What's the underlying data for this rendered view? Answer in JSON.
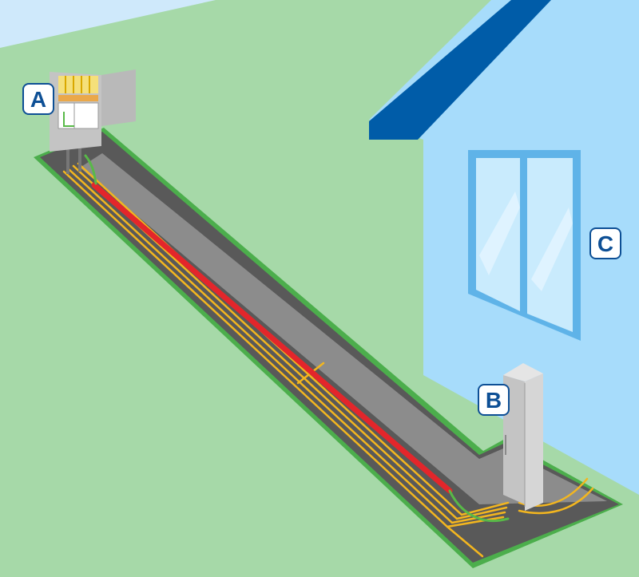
{
  "labels": {
    "a": "A",
    "b": "B",
    "c": "C"
  },
  "colors": {
    "grass": "#a6d9a8",
    "sky": "#cfe9fb",
    "house_wall": "#a7dcfb",
    "house_roof": "#005ca8",
    "house_outline": "#4fa8dd",
    "window_frame": "#5fb3e8",
    "window_glass": "#c9ebfd",
    "trench_floor": "#595959",
    "trench_wall": "#8c8c8c",
    "trench_edge": "#4cae4c",
    "cable_red": "#e3262b",
    "cable_yellow": "#f3b61f",
    "cable_green": "#58b948",
    "cabinet_body": "#c4c4c4",
    "cabinet_dark": "#9a9a9a",
    "badge_fill": "#ffffff",
    "badge_text": "#0d4f95",
    "badge_border": "#0d4f95"
  }
}
